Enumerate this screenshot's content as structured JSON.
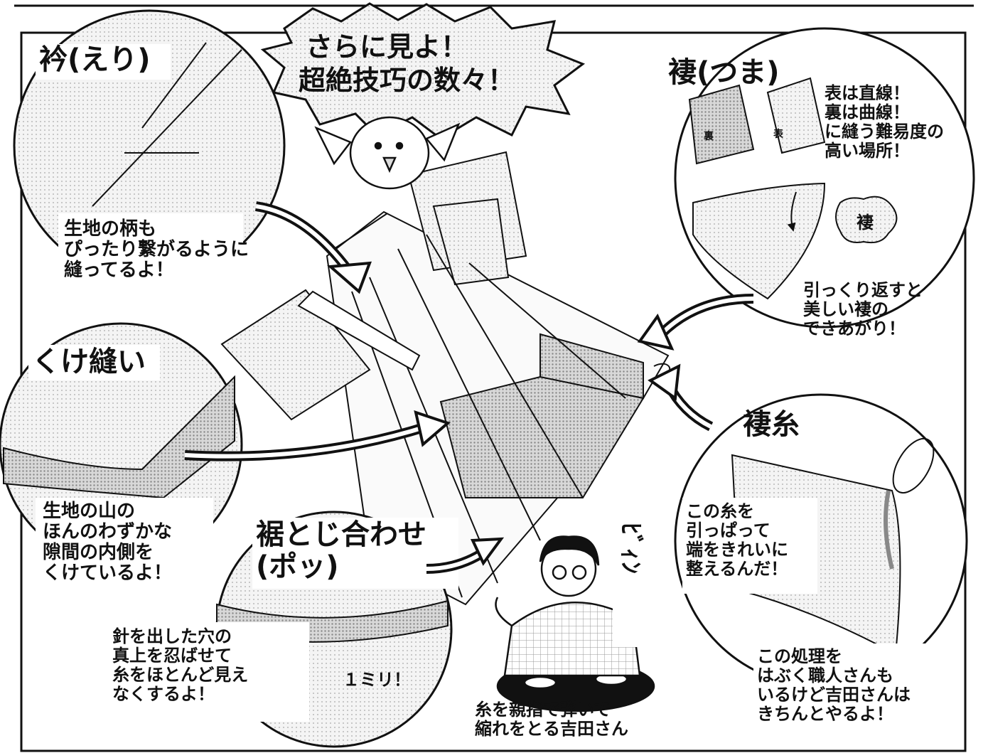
{
  "shout_bubble": {
    "line1": "さらに見よ！",
    "line2": "超絶技巧の数々！"
  },
  "panels": {
    "eri": {
      "title": "衿(えり)",
      "note": "生地の柄も\nぴったり繋がるように\n縫ってるよ！"
    },
    "kuke": {
      "title": "くけ縫い",
      "note": "生地の山の\nほんのわずかな\n隙間の内側を\nくけているよ！"
    },
    "suso": {
      "title": "裾とじ合わせ\n(ポッ)",
      "note": "針を出した穴の\n真上を忍ばせて\n糸をほとんど見え\nなくするよ！",
      "badge": "１ミリ！"
    },
    "tsuma": {
      "title": "褄(つま)",
      "note_top": "表は直線！\n裏は曲線！\nに縫う難易度の\n高い場所！",
      "note_bottom": "引っくり返すと\n美しい褄の\nできあがり！",
      "label_ura": "裏",
      "label_omote": "表",
      "badge": "褄"
    },
    "tsumaito": {
      "title": "褄糸",
      "note_top": "この糸を\n引っぱって\n端をきれいに\n整えるんだ！",
      "note_bottom": "この処理を\nはぶく職人さんも\nいるけど吉田さんは\nきちんとやるよ！"
    }
  },
  "center_caption": "糸を親指で弾いて\n縮れをとる吉田さん",
  "sfx": "ﾋﾞｨﾝ",
  "colors": {
    "ink": "#111111",
    "tone_light": "#ececec",
    "tone_mid": "#c8c8c8",
    "tone_dark": "#9a9a9a",
    "paper": "#ffffff"
  }
}
